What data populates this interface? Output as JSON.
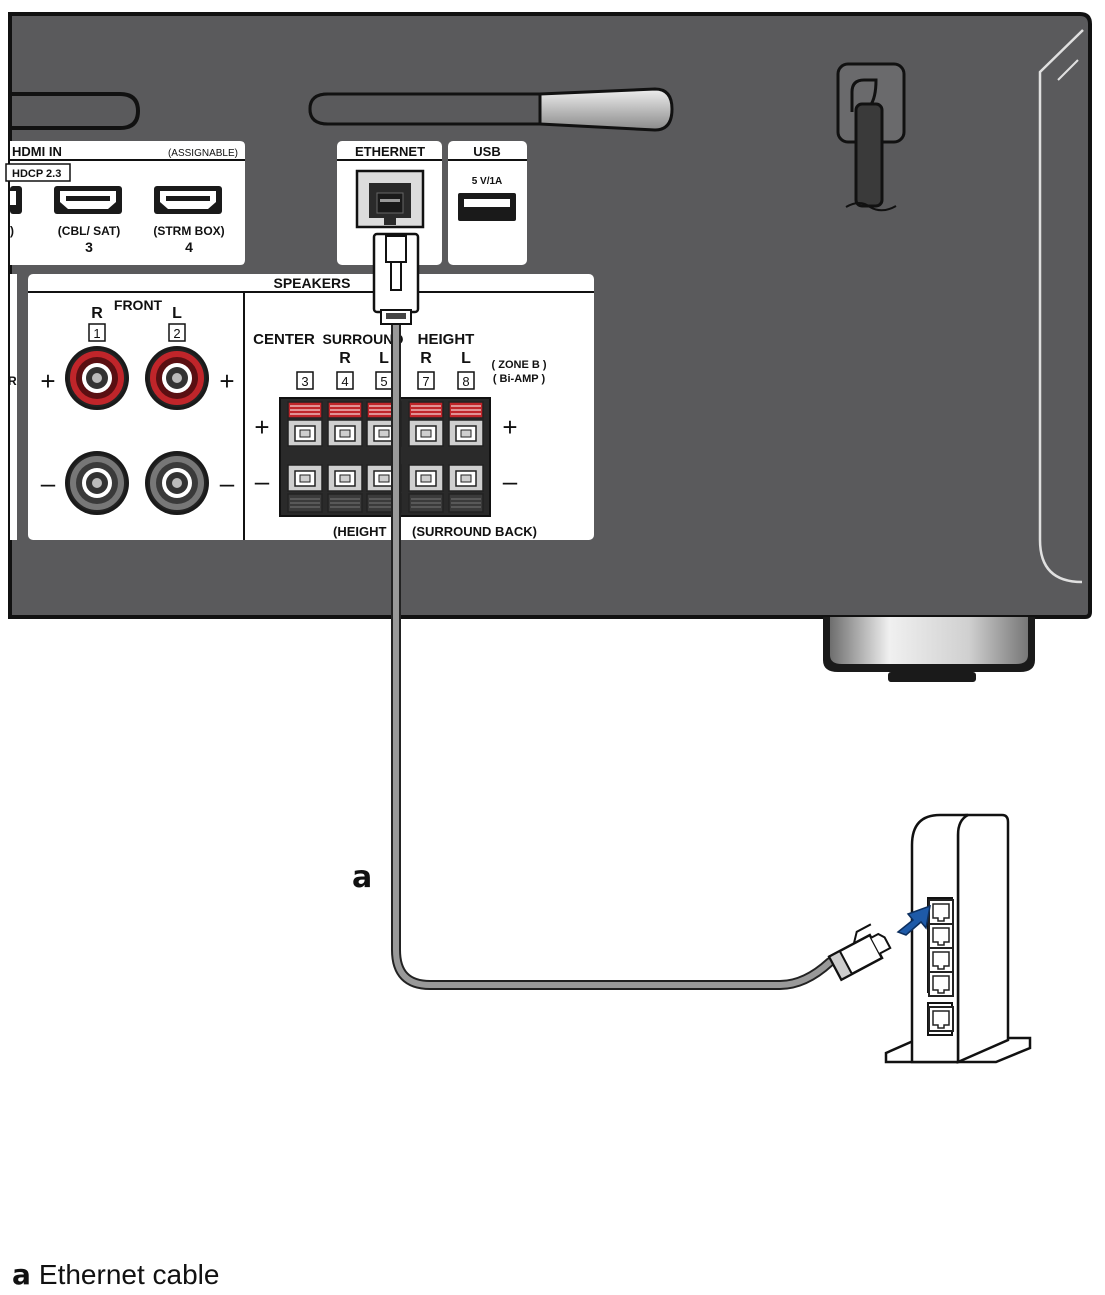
{
  "receiver": {
    "hdmi_in": {
      "title": "HDMI IN",
      "assignable": "(ASSIGNABLE)",
      "hdcp": "HDCP 2.3",
      "partial_label": ")",
      "ports": [
        {
          "name": "(CBL/ SAT)",
          "number": "3"
        },
        {
          "name": "(STRM BOX)",
          "number": "4"
        }
      ]
    },
    "ethernet": {
      "label": "ETHERNET"
    },
    "usb": {
      "label": "USB",
      "rating": "5 V/1A"
    },
    "speakers": {
      "title": "SPEAKERS",
      "front": {
        "label": "FRONT",
        "right": "R",
        "left": "L",
        "right_num": "1",
        "left_num": "2"
      },
      "center": {
        "label": "CENTER",
        "num": "3"
      },
      "surround": {
        "label": "SURROUND",
        "right": "R",
        "left": "L",
        "right_num": "4",
        "left_num": "5"
      },
      "height": {
        "label": "HEIGHT",
        "right": "R",
        "left": "L",
        "right_num": "7",
        "left_num": "8"
      },
      "zone_b": "( ZONE B )",
      "bi_amp": "( Bi-AMP )",
      "bottom_height": "(HEIGHT",
      "bottom_surround_back": "(SURROUND BACK)",
      "plus": "+",
      "minus": "–",
      "partial": "R"
    }
  },
  "callout": {
    "letter": "a"
  },
  "caption": {
    "letter": "a",
    "text": "Ethernet cable"
  },
  "colors": {
    "chassis": "#5a5a5c",
    "panel": "#ffffff",
    "terminal_red": "#c0252a",
    "cable": "#888888",
    "arrow": "#1e5aa8"
  },
  "icons": [
    "hdmi-port-icon",
    "ethernet-port-icon",
    "usb-port-icon",
    "speaker-binding-post-icon",
    "router-icon",
    "arrow-icon"
  ]
}
